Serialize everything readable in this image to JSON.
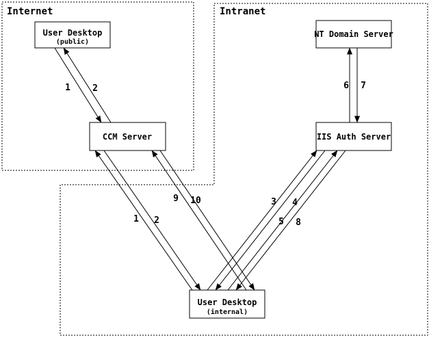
{
  "diagram": {
    "colors": {
      "background": "#ffffff",
      "line": "#000000",
      "text": "#000000"
    },
    "regions": {
      "internet": {
        "label": "Internet"
      },
      "intranet": {
        "label": "Intranet"
      }
    },
    "nodes": {
      "user_desktop_public": {
        "title": "User Desktop",
        "subtitle": "(public)"
      },
      "ccm_server": {
        "title": "CCM Server"
      },
      "nt_domain_server": {
        "title": "NT Domain Server"
      },
      "iis_auth_server": {
        "title": "IIS Auth Server"
      },
      "user_desktop_internal": {
        "title": "User Desktop",
        "subtitle": "(internal)"
      }
    },
    "flow_labels": {
      "public_to_ccm": "1",
      "ccm_to_public": "2",
      "internal_to_ccm": "1",
      "ccm_to_internal": "2",
      "internal_to_iis_1": "3",
      "iis_to_internal_1": "4",
      "internal_to_iis_2": "5",
      "iis_to_nt": "6",
      "nt_to_iis": "7",
      "iis_to_internal_2": "8",
      "internal_to_ccm_2": "9",
      "ccm_to_internal_2": "10"
    }
  }
}
